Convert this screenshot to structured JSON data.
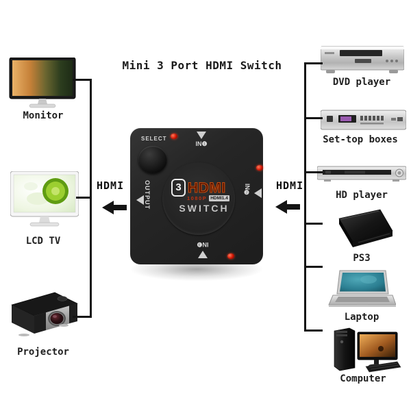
{
  "title": "Mini 3 Port HDMI Switch",
  "bus": {
    "left_label": "HDMI",
    "right_label": "HDMI"
  },
  "left_devices": [
    {
      "name": "monitor",
      "label": "Monitor"
    },
    {
      "name": "lcd-tv",
      "label": "LCD TV"
    },
    {
      "name": "projector",
      "label": "Projector"
    }
  ],
  "right_devices": [
    {
      "name": "dvd-player",
      "label": "DVD player"
    },
    {
      "name": "set-top-boxes",
      "label": "Set-top boxes"
    },
    {
      "name": "hd-player",
      "label": "HD player"
    },
    {
      "name": "ps3",
      "label": "PS3"
    },
    {
      "name": "laptop",
      "label": "Laptop"
    },
    {
      "name": "computer",
      "label": "Computer"
    }
  ],
  "switch": {
    "select_label": "SELECT",
    "port_in1": "IN❶",
    "port_in2": "IN❷",
    "port_in3": "IN❸",
    "port_output": "OUTPUT",
    "logo_number": "3",
    "logo_brand": "HDMI",
    "logo_resolution": "1080P",
    "logo_version": "HDMI1.4",
    "logo_product": "SWITCH",
    "colors": {
      "body": "#262626",
      "led": "#cf1402",
      "brand_red": "#571402",
      "brand_stroke": "#bf4c10"
    }
  }
}
